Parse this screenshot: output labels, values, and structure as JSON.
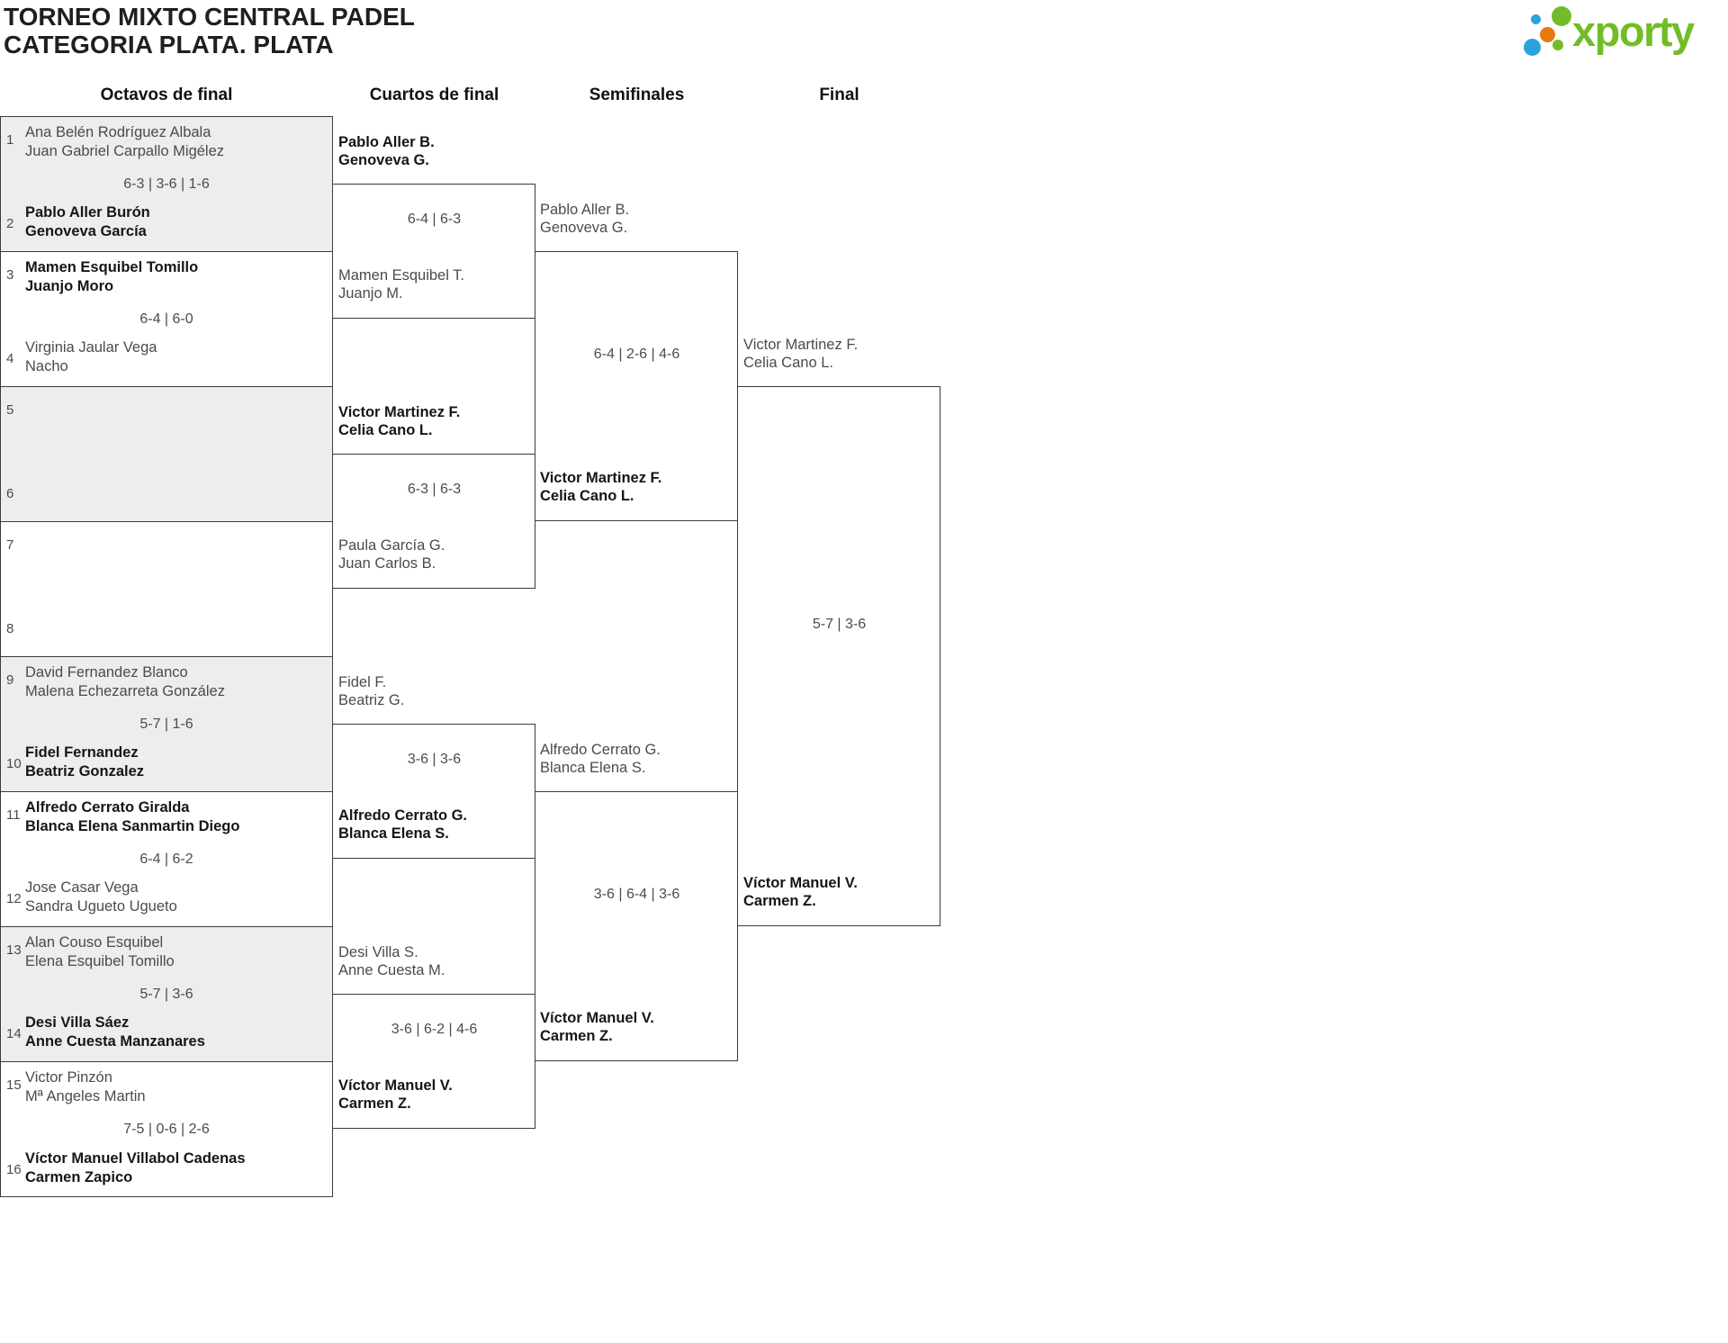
{
  "title": {
    "line1": "TORNEO MIXTO CENTRAL PADEL",
    "line2": "CATEGORIA PLATA. PLATA"
  },
  "logo": {
    "text": "xporty"
  },
  "rounds": [
    "Octavos de final",
    "Cuartos de final",
    "Semifinales",
    "Final"
  ],
  "colors": {
    "brand_green": "#72bd27",
    "brand_blue": "#2aa3dc",
    "brand_orange": "#e8790c",
    "shade_gray": "#ededed",
    "line_gray": "#3b3b3b"
  },
  "r16": [
    {
      "top": {
        "seed": "1",
        "line1": "Ana Belén Rodríguez Albala",
        "line2": "Juan Gabriel Carpallo Migélez",
        "winner": false
      },
      "score": "6-3 | 3-6 | 1-6",
      "bottom": {
        "seed": "2",
        "line1": "Pablo Aller Burón",
        "line2": "Genoveva García",
        "winner": true
      }
    },
    {
      "top": {
        "seed": "3",
        "line1": "Mamen Esquibel Tomillo",
        "line2": "Juanjo Moro",
        "winner": true
      },
      "score": "6-4 | 6-0",
      "bottom": {
        "seed": "4",
        "line1": "Virginia Jaular Vega",
        "line2": "Nacho",
        "winner": false
      }
    },
    {
      "top": {
        "seed": "5",
        "line1": "",
        "line2": "",
        "winner": false
      },
      "score": "",
      "bottom": {
        "seed": "6",
        "line1": "",
        "line2": "",
        "winner": false
      }
    },
    {
      "top": {
        "seed": "7",
        "line1": "",
        "line2": "",
        "winner": false
      },
      "score": "",
      "bottom": {
        "seed": "8",
        "line1": "",
        "line2": "",
        "winner": false
      }
    },
    {
      "top": {
        "seed": "9",
        "line1": "David Fernandez Blanco",
        "line2": "Malena Echezarreta González",
        "winner": false
      },
      "score": "5-7 | 1-6",
      "bottom": {
        "seed": "10",
        "line1": "Fidel Fernandez",
        "line2": "Beatriz Gonzalez",
        "winner": true
      }
    },
    {
      "top": {
        "seed": "11",
        "line1": "Alfredo Cerrato Giralda",
        "line2": "Blanca Elena Sanmartin Diego",
        "winner": true
      },
      "score": "6-4 | 6-2",
      "bottom": {
        "seed": "12",
        "line1": "Jose Casar Vega",
        "line2": "Sandra Ugueto Ugueto",
        "winner": false
      }
    },
    {
      "top": {
        "seed": "13",
        "line1": "Alan Couso Esquibel",
        "line2": "Elena Esquibel Tomillo",
        "winner": false
      },
      "score": "5-7 | 3-6",
      "bottom": {
        "seed": "14",
        "line1": "Desi Villa Sáez",
        "line2": "Anne Cuesta Manzanares",
        "winner": true
      }
    },
    {
      "top": {
        "seed": "15",
        "line1": "Victor Pinzón",
        "line2": "Mª Angeles Martin",
        "winner": false
      },
      "score": "7-5 | 0-6 | 2-6",
      "bottom": {
        "seed": "16",
        "line1": "Víctor Manuel Villabol Cadenas",
        "line2": "Carmen Zapico",
        "winner": true
      }
    }
  ],
  "qf": [
    {
      "top": {
        "line1": "Pablo Aller B.",
        "line2": "Genoveva G.",
        "winner": true
      },
      "score": "6-4 | 6-3",
      "bottom": {
        "line1": "Mamen Esquibel T.",
        "line2": "Juanjo M.",
        "winner": false
      }
    },
    {
      "top": {
        "line1": "Victor Martinez F.",
        "line2": "Celia Cano L.",
        "winner": true
      },
      "score": "6-3 | 6-3",
      "bottom": {
        "line1": "Paula García G.",
        "line2": "Juan Carlos B.",
        "winner": false
      }
    },
    {
      "top": {
        "line1": "Fidel F.",
        "line2": "Beatriz G.",
        "winner": false
      },
      "score": "3-6 | 3-6",
      "bottom": {
        "line1": "Alfredo Cerrato G.",
        "line2": "Blanca Elena S.",
        "winner": true
      }
    },
    {
      "top": {
        "line1": "Desi Villa S.",
        "line2": "Anne Cuesta M.",
        "winner": false
      },
      "score": "3-6 | 6-2 | 4-6",
      "bottom": {
        "line1": "Víctor Manuel V.",
        "line2": "Carmen Z.",
        "winner": true
      }
    }
  ],
  "sf": [
    {
      "top": {
        "line1": "Pablo Aller B.",
        "line2": "Genoveva G.",
        "winner": false
      },
      "score": "6-4 | 2-6 | 4-6",
      "bottom": {
        "line1": "Victor Martinez F.",
        "line2": "Celia Cano L.",
        "winner": true
      }
    },
    {
      "top": {
        "line1": "Alfredo Cerrato G.",
        "line2": "Blanca Elena S.",
        "winner": false
      },
      "score": "3-6 | 6-4 | 3-6",
      "bottom": {
        "line1": "Víctor Manuel V.",
        "line2": "Carmen Z.",
        "winner": true
      }
    }
  ],
  "final": {
    "top": {
      "line1": "Victor Martinez F.",
      "line2": "Celia Cano L.",
      "winner": false
    },
    "score": "5-7 | 3-6",
    "bottom": {
      "line1": "Víctor Manuel V.",
      "line2": "Carmen Z.",
      "winner": true
    }
  }
}
